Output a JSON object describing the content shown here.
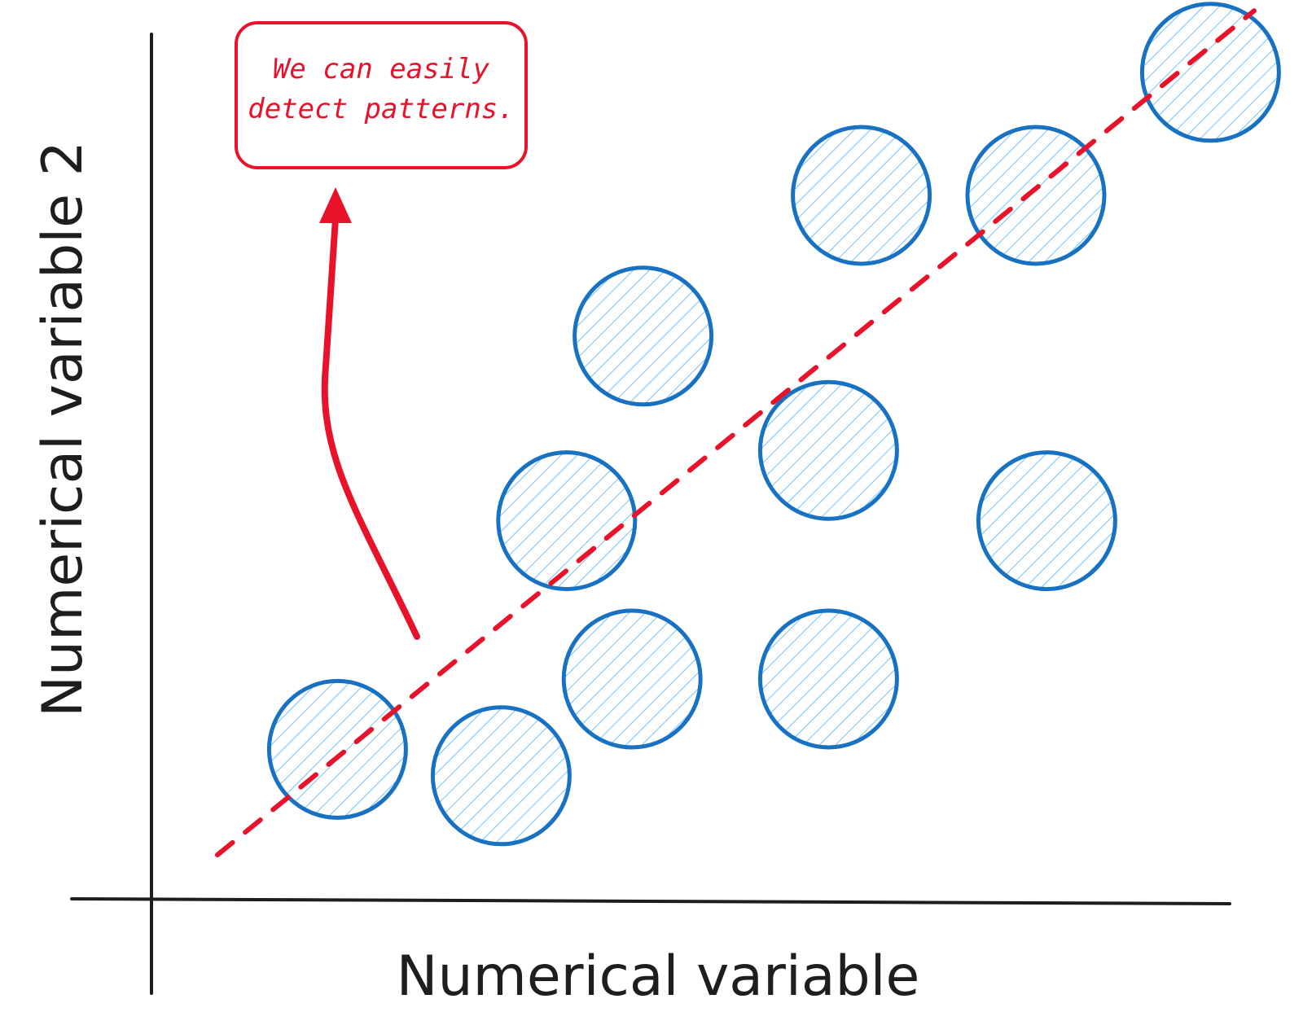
{
  "colors": {
    "axis": "#1e1e1e",
    "point_stroke": "#1971c2",
    "point_hatch": "#74c0fc",
    "accent": "#e8132a"
  },
  "annotation": {
    "line1": "We can easily",
    "line2": "detect patterns."
  },
  "chart_data": {
    "type": "scatter",
    "xlabel": "Numerical variable",
    "ylabel": "Numerical variable 2",
    "xlim": [
      0,
      100
    ],
    "ylim": [
      0,
      100
    ],
    "grid": false,
    "points": [
      {
        "x": 16,
        "y": 17
      },
      {
        "x": 31,
        "y": 14
      },
      {
        "x": 37,
        "y": 43
      },
      {
        "x": 43,
        "y": 25
      },
      {
        "x": 44,
        "y": 64
      },
      {
        "x": 61,
        "y": 25
      },
      {
        "x": 61,
        "y": 51
      },
      {
        "x": 64,
        "y": 80
      },
      {
        "x": 81,
        "y": 43
      },
      {
        "x": 80,
        "y": 80
      },
      {
        "x": 96,
        "y": 94
      }
    ],
    "trendline": {
      "x": [
        5,
        100
      ],
      "y": [
        5,
        101
      ]
    }
  }
}
